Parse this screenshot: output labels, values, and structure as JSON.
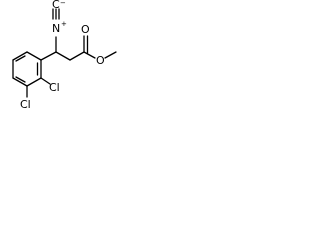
{
  "structure": {
    "atoms": {
      "isocyanide_carbon": "C",
      "isocyanide_charge": "−",
      "isocyanide_nitrogen": "N",
      "nitrogen_charge": "+",
      "carbonyl_oxygen": "O",
      "ester_oxygen": "O",
      "chlorine_1": "Cl",
      "chlorine_2": "Cl"
    },
    "colors": {
      "bond": "#000000",
      "label": "#000000",
      "background": "#ffffff"
    }
  }
}
